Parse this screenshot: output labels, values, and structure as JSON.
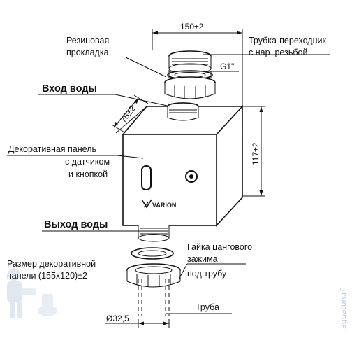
{
  "labels": {
    "rubber_gasket": [
      "Резиновая",
      "прокладка"
    ],
    "adapter_tube": [
      "Трубка-переходник",
      "с нар. резьбой"
    ],
    "thread": "G1\"",
    "water_in": "Вход воды",
    "decor_panel": [
      "Декоративная панель",
      "с датчиком",
      "и кнопкой"
    ],
    "water_out": "Выход воды",
    "collet_nut": [
      "Гайка цангового",
      "зажима",
      "под трубу"
    ],
    "panel_size": [
      "Размер декоративной",
      "панели  (155х120)±2"
    ],
    "tube": "Труба"
  },
  "dimensions": {
    "width": "150±2",
    "depth": "75±2",
    "height": "117±2",
    "diameter": "Ø32,5"
  },
  "logo": "VARION",
  "watermark": "aquaton.rf",
  "colors": {
    "line": "#111111",
    "watermark": "#b9c6d8"
  }
}
